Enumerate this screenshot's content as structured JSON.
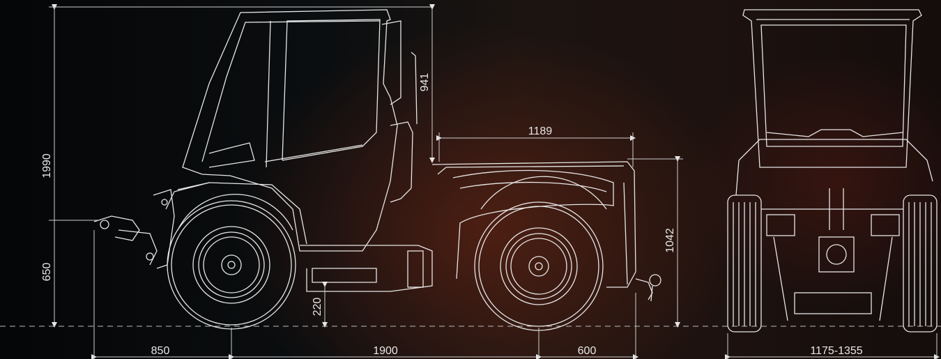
{
  "dimensions": {
    "total_height": "1990",
    "hitch_height": "650",
    "cab_above_bed": "941",
    "bed_length": "1189",
    "bed_height": "1042",
    "ground_clearance": "220",
    "front_overhang": "850",
    "wheelbase": "1900",
    "rear_overhang": "600",
    "track_width": "1175-1355"
  },
  "colors": {
    "line": "#e6e6e6",
    "background": "#0a0c0e",
    "accent_glow": "#7a2814"
  }
}
